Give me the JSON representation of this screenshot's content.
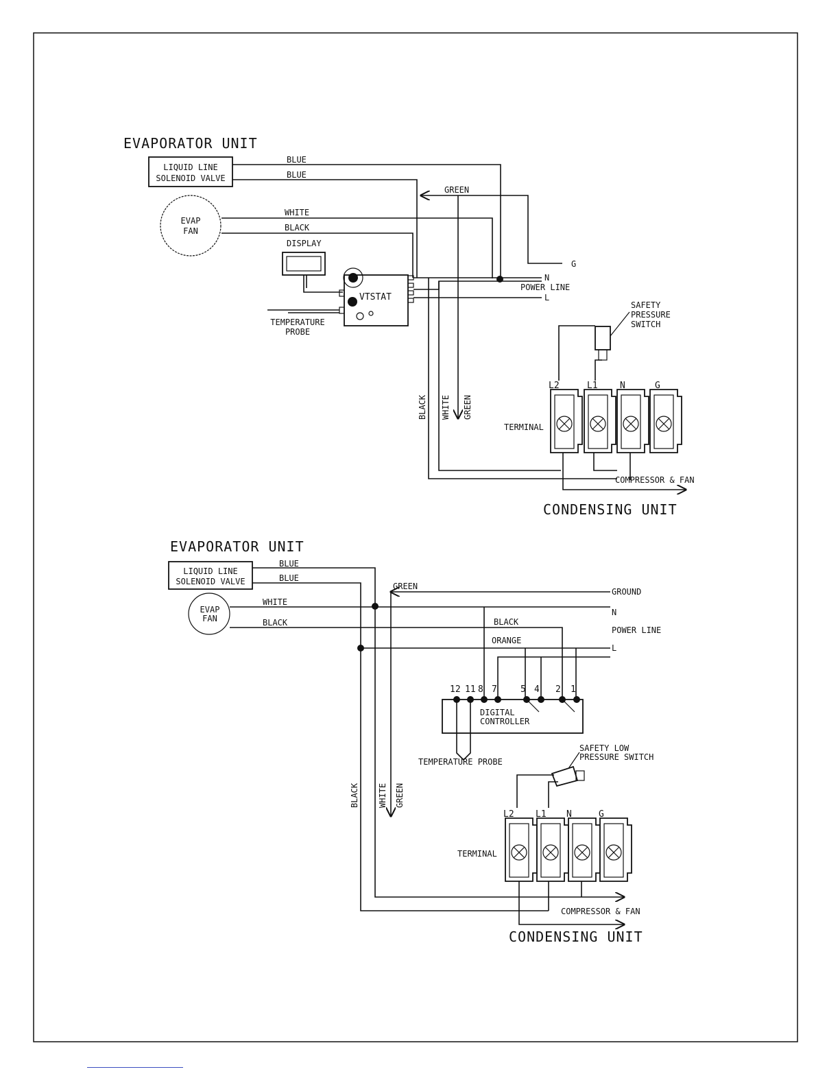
{
  "top": {
    "title": "EVAPORATOR UNIT",
    "solenoid": [
      "LIQUID LINE",
      "SOLENOID VALVE"
    ],
    "fan": [
      "EVAP",
      "FAN"
    ],
    "display": "DISPLAY",
    "controller": "VTSTAT",
    "probe": [
      "TEMPERATURE",
      "PROBE"
    ],
    "wires": {
      "blue1": "BLUE",
      "blue2": "BLUE",
      "green": "GREEN",
      "white": "WHITE",
      "black": "BLACK"
    },
    "power": {
      "g": "G",
      "n": "N",
      "label": "POWER LINE",
      "l": "L"
    },
    "safety": [
      "SAFETY",
      "PRESSURE",
      "SWITCH"
    ],
    "terminals": [
      "L2",
      "L1",
      "N",
      "G"
    ],
    "terminal_label": "TERMINAL",
    "vertical_wires": [
      "BLACK",
      "WHITE",
      "GREEN"
    ],
    "comp_fan": "COMPRESSOR & FAN",
    "condensing": "CONDENSING UNIT"
  },
  "bottom": {
    "title": "EVAPORATOR UNIT",
    "solenoid": [
      "LIQUID LINE",
      "SOLENOID VALVE"
    ],
    "fan": [
      "EVAP",
      "FAN"
    ],
    "wires": {
      "blue1": "BLUE",
      "blue2": "BLUE",
      "green": "GREEN",
      "white": "WHITE",
      "black": "BLACK",
      "black2": "BLACK",
      "orange": "ORANGE"
    },
    "power": {
      "ground": "GROUND",
      "n": "N",
      "label": "POWER LINE",
      "l": "L"
    },
    "pins": [
      "12",
      "11",
      "8",
      "7",
      "5",
      "4",
      "2",
      "1"
    ],
    "controller": [
      "DIGITAL",
      "CONTROLLER"
    ],
    "probe": "TEMPERATURE PROBE",
    "safety": [
      "SAFETY LOW",
      "PRESSURE SWITCH"
    ],
    "terminals": [
      "L2",
      "L1",
      "N",
      "G"
    ],
    "terminal_label": "TERMINAL",
    "vertical_wires": [
      "BLACK",
      "WHITE",
      "GREEN"
    ],
    "comp_fan": "COMPRESSOR & FAN",
    "condensing": "CONDENSING UNIT"
  }
}
